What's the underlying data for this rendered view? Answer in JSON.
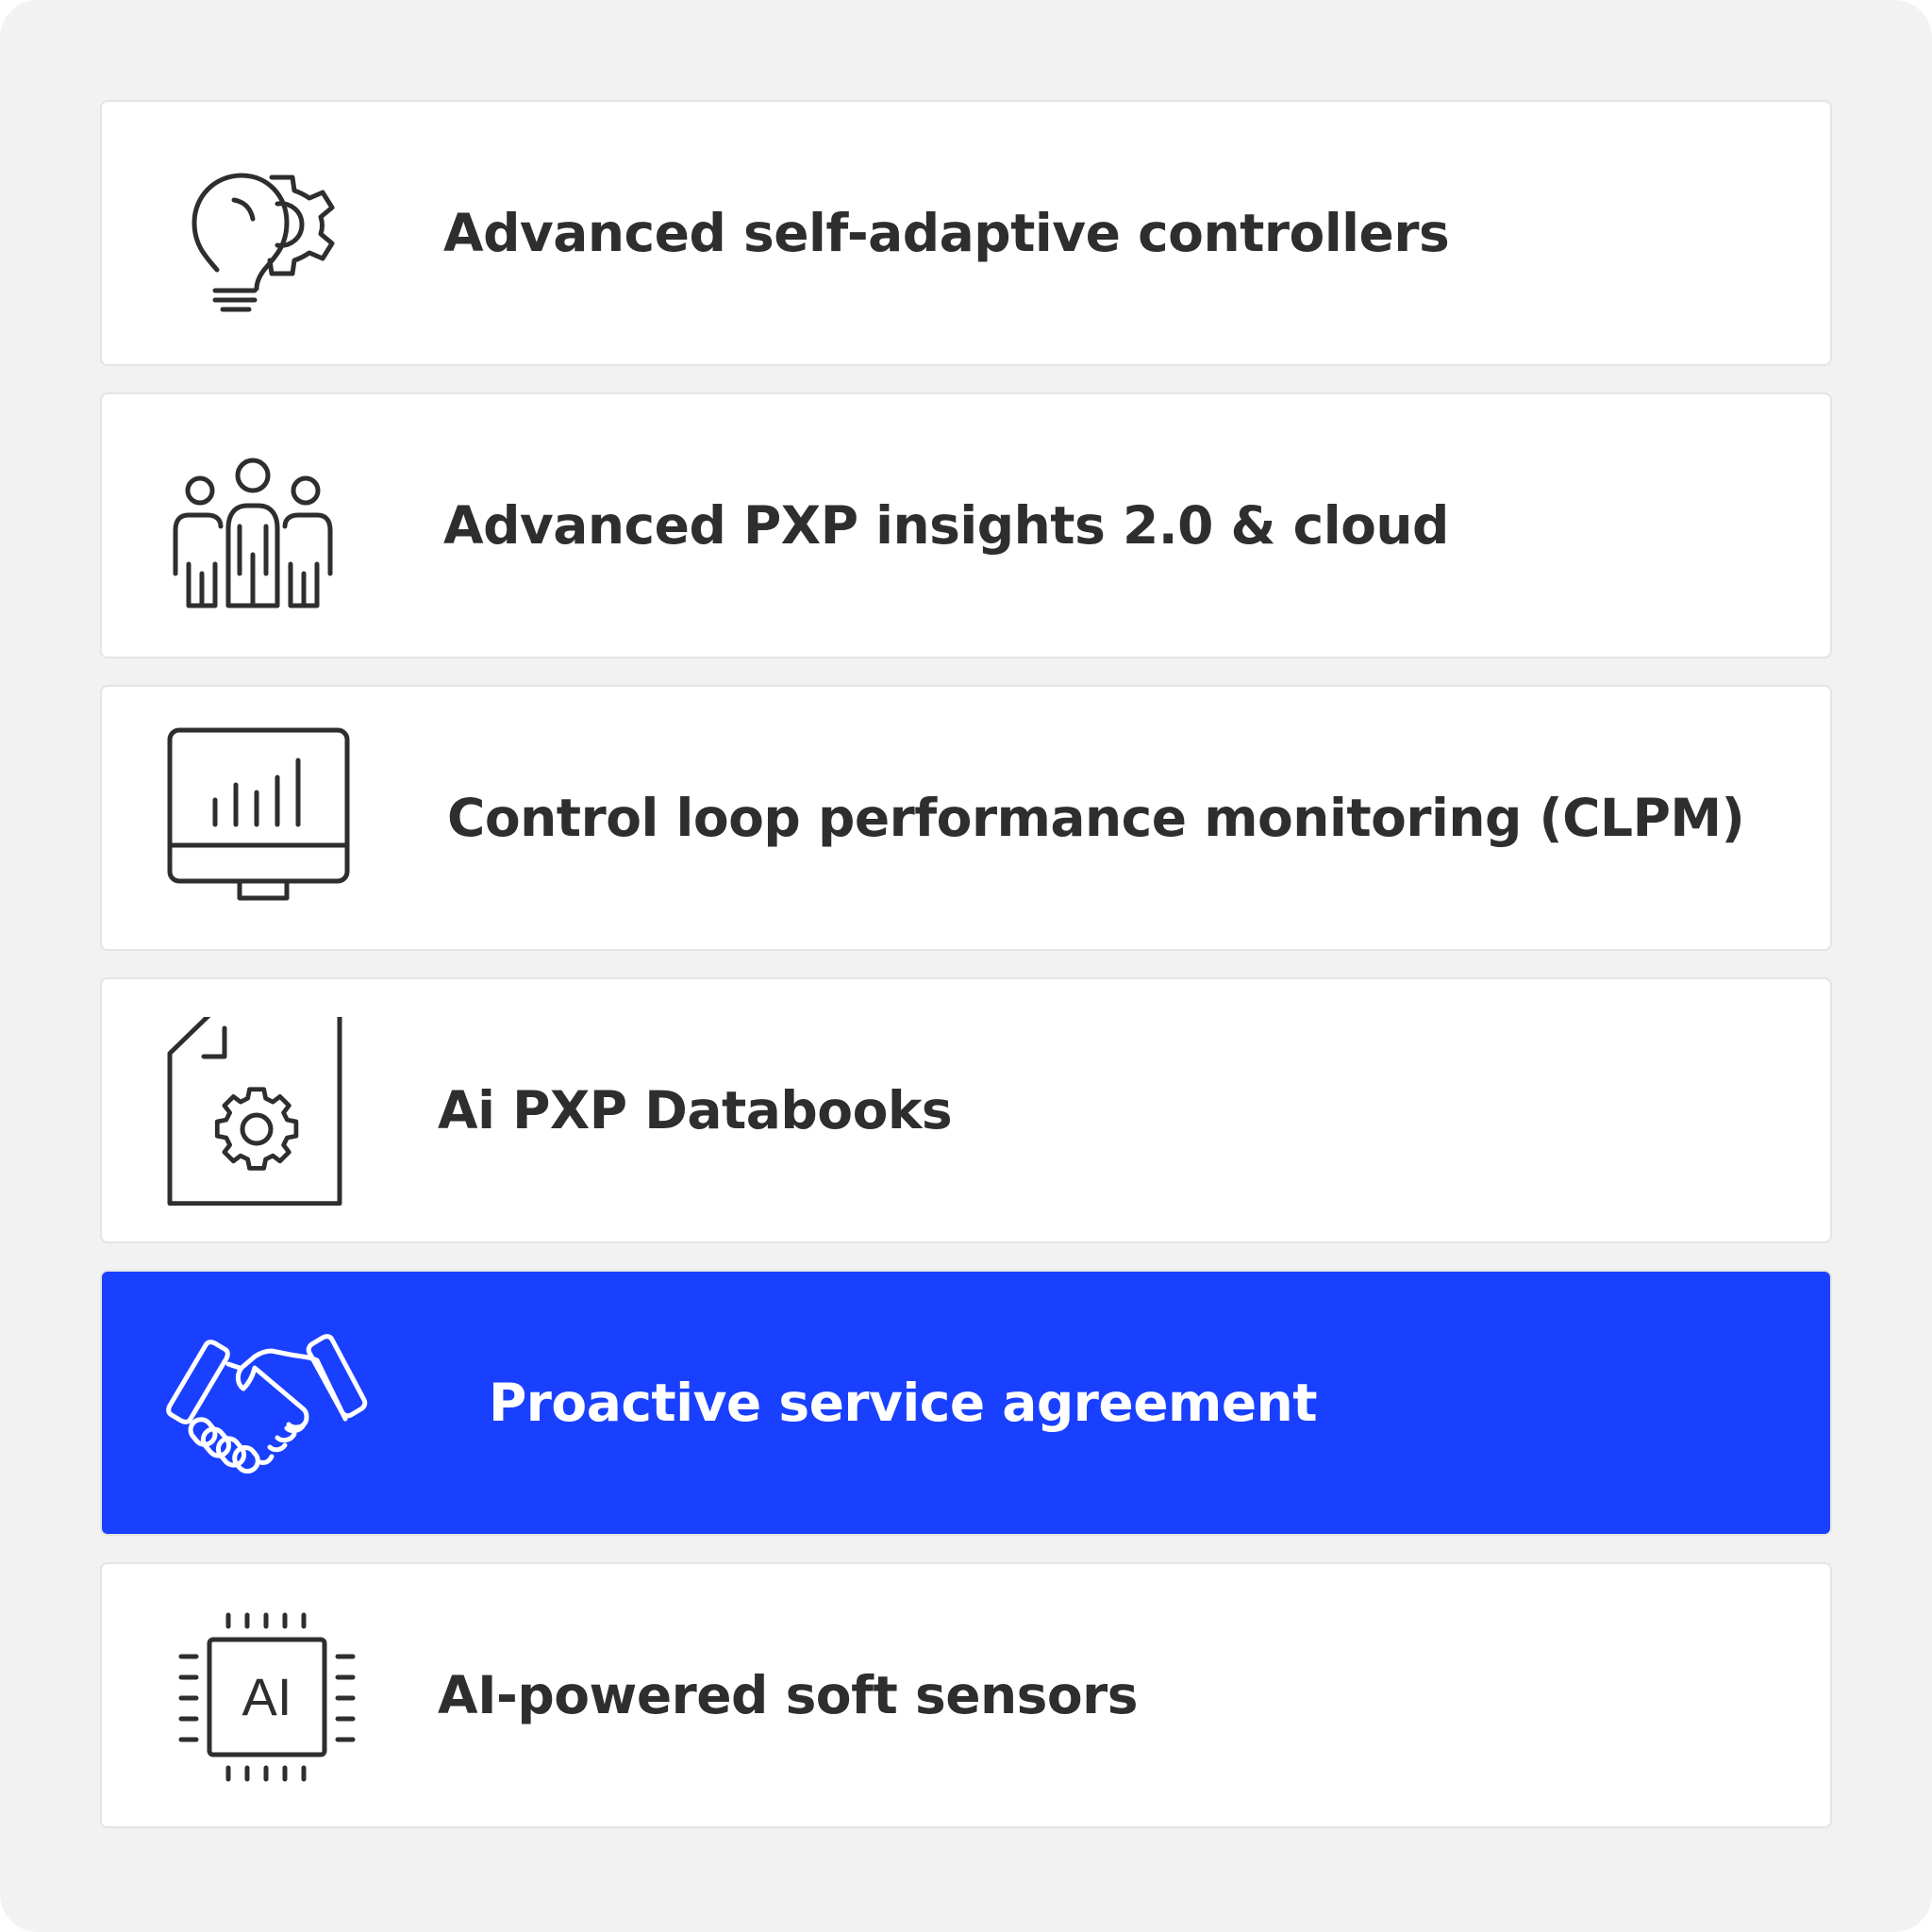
{
  "items": [
    {
      "label": "Advanced self-adaptive controllers",
      "icon": "lightbulb-gear-icon",
      "active": false
    },
    {
      "label": "Advanced PXP insights 2.0 & cloud",
      "icon": "people-group-icon",
      "active": false
    },
    {
      "label": "Control loop performance monitoring (CLPM)",
      "icon": "monitor-chart-icon",
      "active": false
    },
    {
      "label": "Ai PXP Databooks",
      "icon": "document-gear-icon",
      "active": false
    },
    {
      "label": "Proactive service agreement",
      "icon": "handshake-icon",
      "active": true
    },
    {
      "label": "AI-powered soft sensors",
      "icon": "ai-chip-icon",
      "active": false
    }
  ],
  "chip_text": "AI",
  "colors": {
    "background": "#f2f2f2",
    "card": "#ffffff",
    "active": "#1a40ff",
    "text": "#2e2e2e"
  }
}
